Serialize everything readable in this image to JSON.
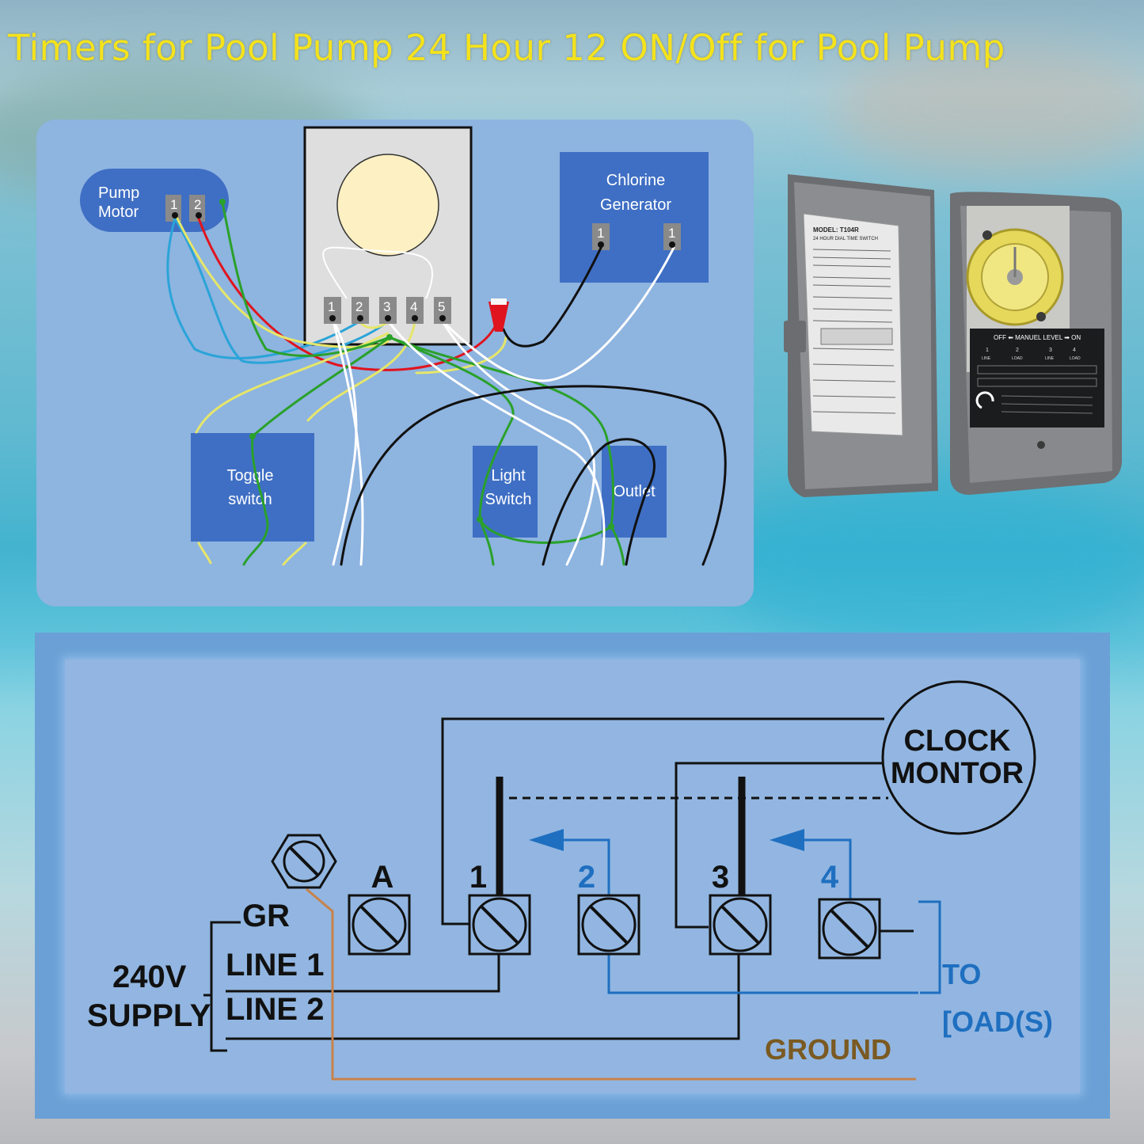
{
  "title": "Timers for Pool Pump  24 Hour 12 ON/Off for Pool Pump",
  "wiring": {
    "pump_motor": {
      "label_line1": "Pump",
      "label_line2": "Motor",
      "terminals": [
        "1",
        "2"
      ]
    },
    "timer_terminals": [
      "1",
      "2",
      "3",
      "4",
      "5"
    ],
    "chlorine_generator": {
      "label_line1": "Chlorine",
      "label_line2": "Generator",
      "terminals": [
        "1",
        "1"
      ]
    },
    "toggle_switch": {
      "label_line1": "Toggle",
      "label_line2": "switch"
    },
    "light_switch": {
      "label_line1": "Light",
      "label_line2": "Switch"
    },
    "outlet": {
      "label": "Outlet"
    },
    "colors": {
      "red": "#e0141e",
      "yellow": "#e6e66a",
      "green": "#2aa12a",
      "blue": "#2aa4d8",
      "white": "#ffffff",
      "black": "#111111",
      "box": "#3f6fc4"
    }
  },
  "product_photo": {
    "model": "MODEL: T104R",
    "subtitle": "24 HOUR DIAL TIME SWITCH",
    "dial_bar": "OFF ⬅ MANUEL LEVEL ➡ ON",
    "terminal_labels": [
      "LINE",
      "LOAD",
      "LINE",
      "LOAD"
    ],
    "terminal_numbers": [
      "1",
      "2",
      "3",
      "4"
    ]
  },
  "schematic": {
    "clock_label_line1": "CLOCK",
    "clock_label_line2": "MONTOR",
    "terminal_labels": [
      "A",
      "1",
      "2",
      "3",
      "4"
    ],
    "gr_label": "GR",
    "line1_label": "LINE 1",
    "line2_label": "LINE 2",
    "supply_line1": "240V",
    "supply_line2": "SUPPLY",
    "to_label": "TO",
    "loads_label": "[OAD(S)",
    "ground_label": "GROUND",
    "colors": {
      "wire": "#111111",
      "load_wire": "#1f6fc0",
      "ground_wire": "#c8824a",
      "ground_text": "#7a5a22"
    }
  }
}
